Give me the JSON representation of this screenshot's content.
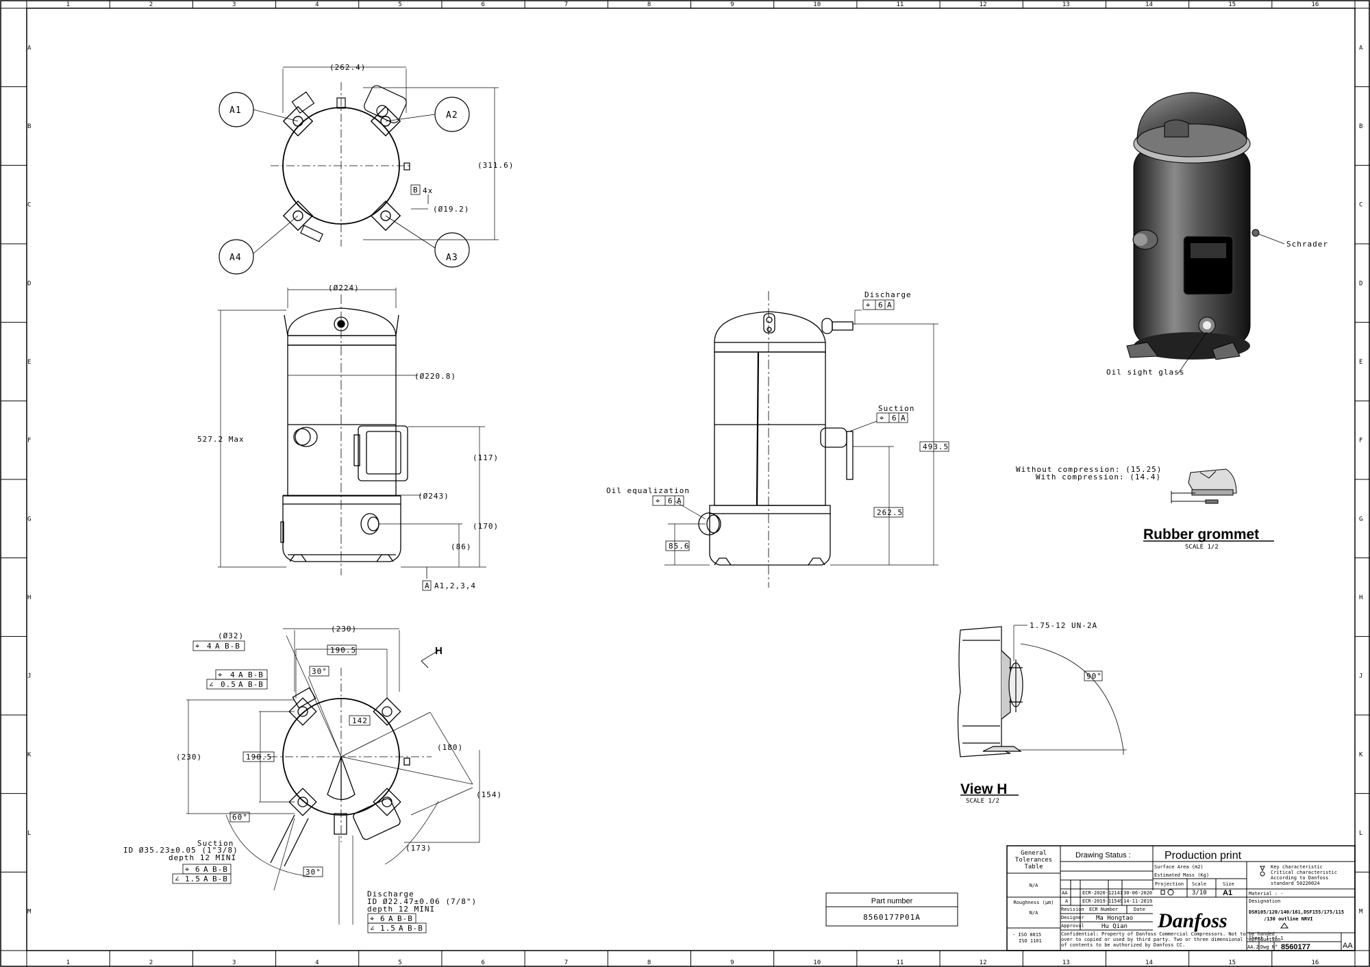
{
  "border": {
    "columns": [
      "1",
      "2",
      "3",
      "4",
      "5",
      "6",
      "7",
      "8",
      "9",
      "10",
      "11",
      "12",
      "13",
      "14",
      "15",
      "16"
    ],
    "rows": [
      "A",
      "B",
      "C",
      "D",
      "E",
      "F",
      "G",
      "H",
      "J",
      "K",
      "L",
      "M"
    ]
  },
  "top_view": {
    "width_dim": "(262.4)",
    "height_dim": "(311.6)",
    "bolt_dim": "(Ø19.2)",
    "bolt_datum": "B",
    "bolt_count": "4x",
    "callouts": [
      "A1",
      "A2",
      "A3",
      "A4"
    ]
  },
  "front_view": {
    "top_dia": "(Ø224)",
    "body_dia": "(Ø220.8)",
    "base_dia": "(Ø243)",
    "height": "527.2 Max",
    "dim_117": "(117)",
    "dim_170": "(170)",
    "dim_86": "(86)",
    "datum_letter": "A",
    "datum_text": "A1,2,3,4"
  },
  "side_view": {
    "discharge_label": "Discharge",
    "discharge_tol": [
      "⌖",
      "6",
      "A"
    ],
    "suction_label": "Suction",
    "suction_tol": [
      "⌖",
      "6",
      "A"
    ],
    "oil_eq_label": "Oil equalization",
    "oil_eq_tol": [
      "⌖",
      "6",
      "A"
    ],
    "dim_493": "493.5",
    "dim_262": "262.5",
    "dim_85": "85.6"
  },
  "bottom_view": {
    "dia32": "(Ø32)",
    "tol1": [
      "⌖",
      "4",
      "A",
      "B-B"
    ],
    "tol2": [
      "⌖",
      "4",
      "A",
      "B-B"
    ],
    "tol3": [
      "∠",
      "0.5",
      "A",
      "B-B"
    ],
    "dim_230_top": "(230)",
    "dim_1905_top": "190.5",
    "angle_30_top": "30°",
    "dim_142": "142",
    "dim_230_left": "(230)",
    "dim_1905_left": "190.5",
    "dim_180": "(180)",
    "dim_154": "(154)",
    "dim_173": "(173)",
    "angle_60": "60°",
    "angle_30_bot": "30°",
    "view_letter": "H",
    "suction_lines": [
      "Suction",
      "ID Ø35.23±0.05 (1\"3/8)",
      "depth 12 MINI"
    ],
    "suction_tol1": [
      "⌖",
      "6",
      "A",
      "B-B"
    ],
    "suction_tol2": [
      "∠",
      "1.5",
      "A",
      "B-B"
    ],
    "discharge_lines": [
      "Discharge",
      "ID Ø22.47±0.06 (7/8\")",
      "depth 12 MINI"
    ],
    "discharge_tol1": [
      "⌖",
      "6",
      "A",
      "B-B"
    ],
    "discharge_tol2": [
      "∠",
      "1.5",
      "A",
      "B-B"
    ]
  },
  "iso_view": {
    "schrader": "Schrader",
    "oil_sight": "Oil sight glass"
  },
  "grommet": {
    "without": "Without compression: (15.25)",
    "with": "With compression: (14.4)",
    "title": "Rubber grommet",
    "scale": "SCALE 1/2"
  },
  "view_h": {
    "thread": "1.75-12 UN-2A",
    "angle": "90°",
    "title": "View H",
    "scale": "SCALE 1/2"
  },
  "part_number": {
    "label": "Part number",
    "value": "8560177P01A"
  },
  "title_block": {
    "general_tol": [
      "General",
      "Tolerances",
      "Table"
    ],
    "na1": "N/A",
    "roughness": "Roughness (µm)",
    "na2": "N/A",
    "iso": [
      "- ISO 8015",
      "ISO 1101"
    ],
    "drawing_status_label": "Drawing Status :",
    "drawing_status": "Production print",
    "surface_area": "Surface Area (m2)",
    "estimated_mass": "Estimated Mass (Kg)",
    "projection": "Projection",
    "scale_label": "Scale",
    "scale_value": "3/10",
    "size_label": "Size",
    "size_value": "A1",
    "rev_rows": [
      {
        "rev": "AA",
        "ecr": "ECR-2020-12141",
        "date": "30-06-2020"
      },
      {
        "rev": "A",
        "ecr": "ECR-2019-11549",
        "date": "14-11-2019"
      }
    ],
    "rev_header": [
      "Revision",
      "ECR Number",
      "Date"
    ],
    "designer_label": "Designer",
    "designer": "Ma Hongtao",
    "approval_label": "Approval",
    "approval": "Hu Qian",
    "confidential": [
      "Confidential: Property of Danfoss Commercial Compressors. Not to be handed",
      "over to copied or used by third party. Two or three dimensional reproduction",
      "of contents to be authorized by Danfoss CC."
    ],
    "logo_text": "Danfoss",
    "key_char": [
      "Key characteristic",
      "Critical characteristic",
      "According to Danfoss",
      "standard 50220024"
    ],
    "material": "Material : -",
    "designation_label": "Designation",
    "designation": [
      "DSH105/120/140/161,DSF155/175/115",
      "/130 outline NRVI"
    ],
    "sheet": "Sheet 1 of 1",
    "rev_current": "AA.2",
    "dwg_label": "Dwg N°",
    "dwg_no": "8560177",
    "rev_big": "AA"
  }
}
